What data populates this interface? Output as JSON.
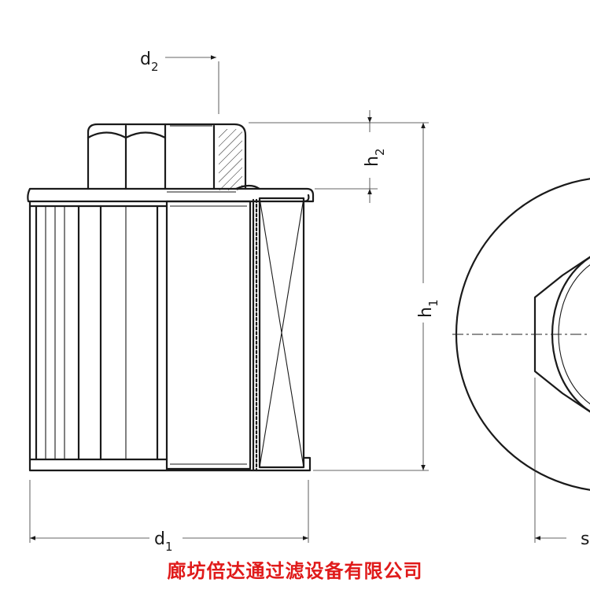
{
  "dimensions": {
    "d1": {
      "main": "d",
      "sub": "1"
    },
    "d2": {
      "main": "d",
      "sub": "2"
    },
    "h1": {
      "main": "h",
      "sub": "1"
    },
    "h2": {
      "main": "h",
      "sub": "2"
    },
    "s": {
      "main": "s"
    }
  },
  "watermark": "廊坊倍达通过滤设备有限公司",
  "colors": {
    "line": "#1a1a1a",
    "watermark": "#e01a1a"
  }
}
